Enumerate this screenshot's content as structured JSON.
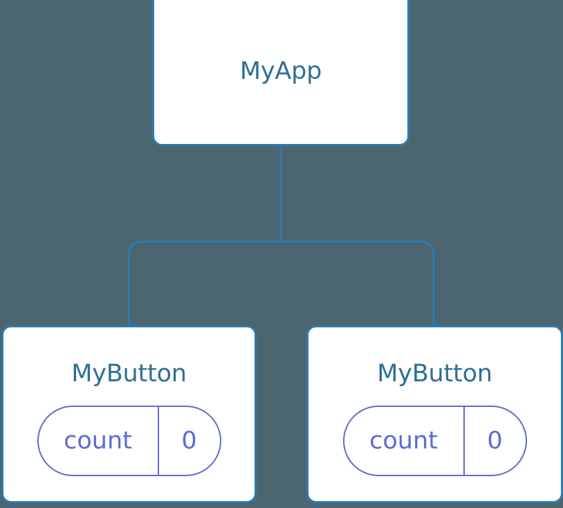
{
  "diagram": {
    "type": "component-tree",
    "background_color": "#4b6670",
    "node_border_color": "#2e7bb0",
    "node_fill_color": "#ffffff",
    "title_color": "#2f6f94",
    "state_accent_color": "#5e6ad2",
    "connector_color": "#2e7bb0"
  },
  "root": {
    "title": "MyApp"
  },
  "children": [
    {
      "title": "MyButton",
      "state": {
        "key": "count",
        "value": "0"
      }
    },
    {
      "title": "MyButton",
      "state": {
        "key": "count",
        "value": "0"
      }
    }
  ]
}
